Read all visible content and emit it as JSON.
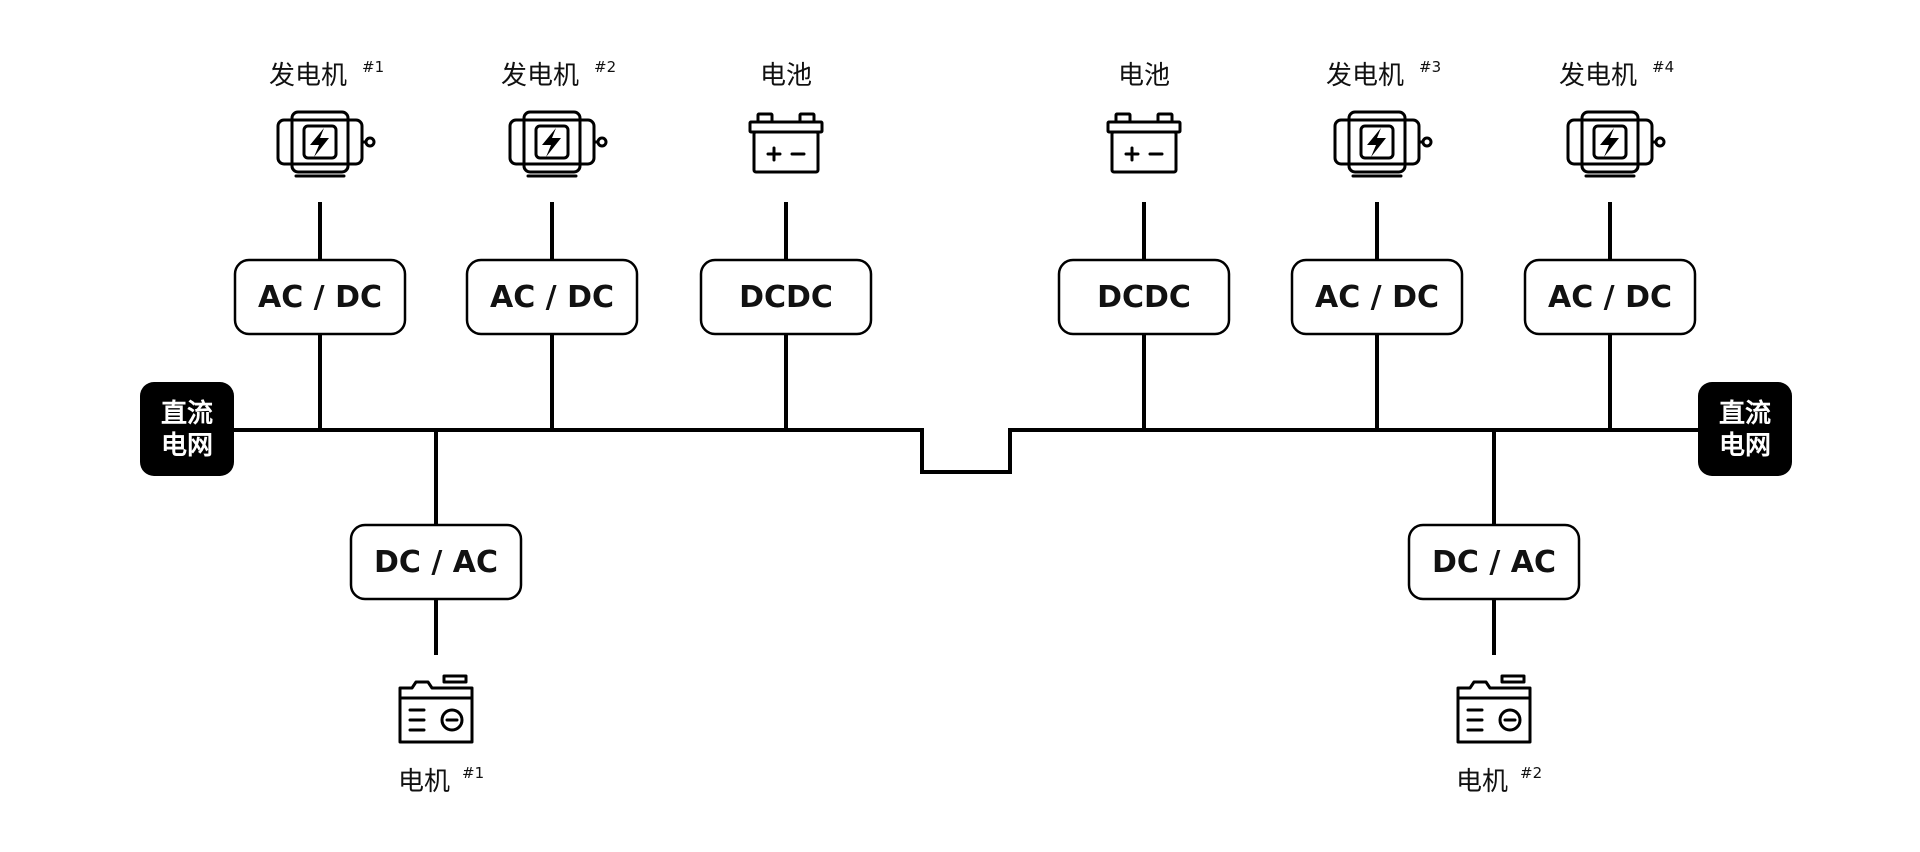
{
  "grid": {
    "left_label_line1": "直流",
    "left_label_line2": "电网",
    "right_label_line1": "直流",
    "right_label_line2": "电网"
  },
  "sources": [
    {
      "label": "发电机",
      "sup": "#1",
      "icon": "generator-icon",
      "converter": "AC / DC"
    },
    {
      "label": "发电机",
      "sup": "#2",
      "icon": "generator-icon",
      "converter": "AC / DC"
    },
    {
      "label": "电池",
      "sup": "",
      "icon": "battery-icon",
      "converter": "DCDC"
    },
    {
      "label": "电池",
      "sup": "",
      "icon": "battery-icon",
      "converter": "DCDC"
    },
    {
      "label": "发电机",
      "sup": "#3",
      "icon": "generator-icon",
      "converter": "AC / DC"
    },
    {
      "label": "发电机",
      "sup": "#4",
      "icon": "generator-icon",
      "converter": "AC / DC"
    }
  ],
  "loads": [
    {
      "label": "电机",
      "sup": "#1",
      "icon": "motor-icon",
      "converter": "DC / AC"
    },
    {
      "label": "电机",
      "sup": "#2",
      "icon": "motor-icon",
      "converter": "DC / AC"
    }
  ]
}
